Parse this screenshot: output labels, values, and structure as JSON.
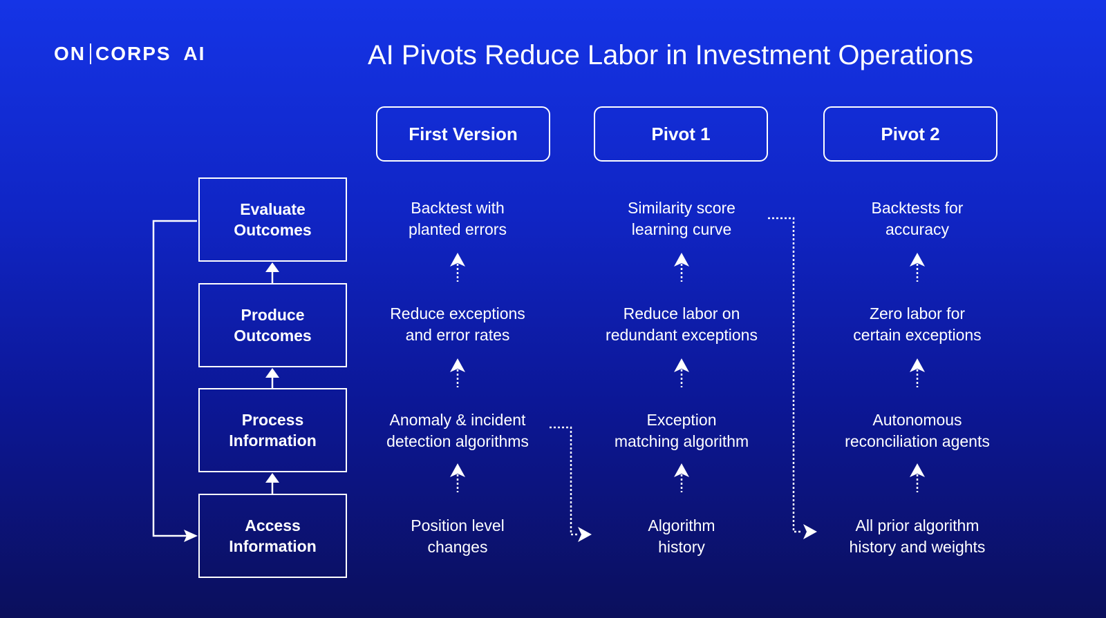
{
  "logo": {
    "part1": "ON",
    "part2": "CORPS",
    "part3": "AI"
  },
  "title": "AI Pivots Reduce Labor in Investment Operations",
  "columns": [
    {
      "header": "First Version",
      "cells": [
        [
          "Backtest with",
          "planted errors"
        ],
        [
          "Reduce exceptions",
          "and error rates"
        ],
        [
          "Anomaly & incident",
          "detection algorithms"
        ],
        [
          "Position level",
          "changes"
        ]
      ]
    },
    {
      "header": "Pivot 1",
      "cells": [
        [
          "Similarity score",
          "learning curve"
        ],
        [
          "Reduce labor on",
          "redundant exceptions"
        ],
        [
          "Exception",
          "matching algorithm"
        ],
        [
          "Algorithm",
          "history"
        ]
      ]
    },
    {
      "header": "Pivot 2",
      "cells": [
        [
          "Backtests for",
          "accuracy"
        ],
        [
          "Zero labor for",
          "certain exceptions"
        ],
        [
          "Autonomous",
          "reconciliation agents"
        ],
        [
          "All prior algorithm",
          "history and weights"
        ]
      ]
    }
  ],
  "stages": [
    [
      "Evaluate",
      "Outcomes"
    ],
    [
      "Produce",
      "Outcomes"
    ],
    [
      "Process",
      "Information"
    ],
    [
      "Access",
      "Information"
    ]
  ],
  "colors": {
    "background_top": "#1534e6",
    "background_bottom": "#0b0f5c",
    "foreground": "#ffffff"
  }
}
